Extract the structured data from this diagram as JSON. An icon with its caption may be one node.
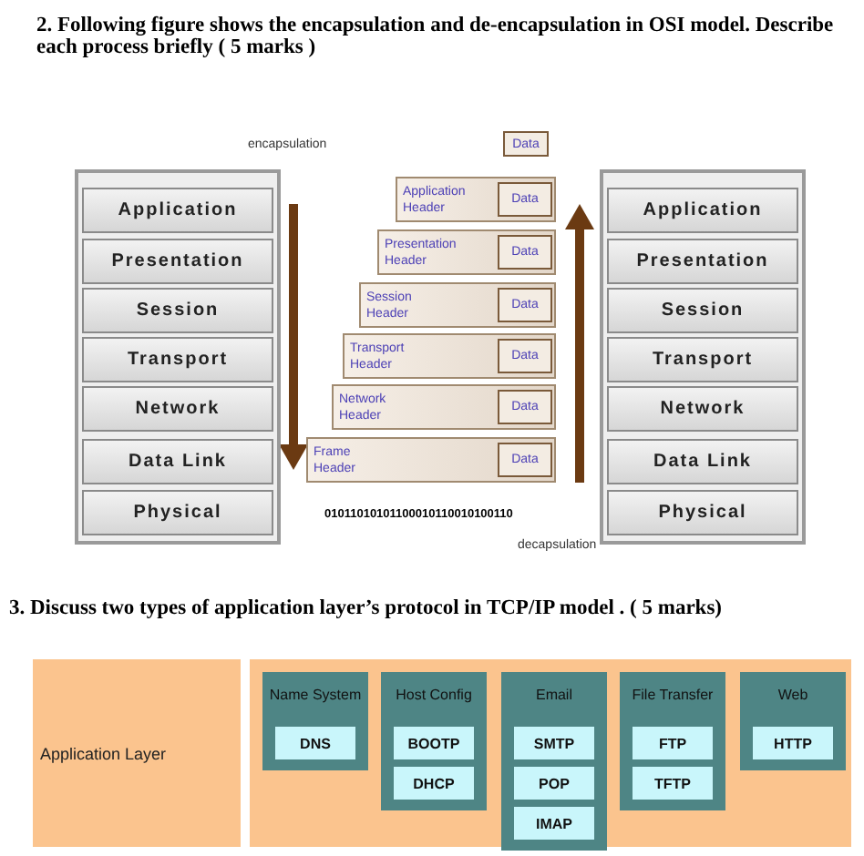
{
  "diagram": {
    "nodes": [
      {
        "text": [
          "Application"
        ]
      },
      {
        "text": [
          "Presentation"
        ]
      },
      {
        "text": [
          "Session"
        ]
      },
      {
        "text": [
          "Transport"
        ]
      },
      {
        "text": [
          "Network"
        ]
      },
      {
        "text": [
          "Data Link"
        ]
      },
      {
        "text": [
          "Physical"
        ]
      },
      {
        "text": [
          "Data"
        ]
      },
      {
        "text": [
          "Application Header"
        ]
      },
      {
        "text": [
          "Data"
        ],
        "in": 8
      },
      {
        "text": [
          "Presentation Header"
        ]
      },
      {
        "text": [
          "Data"
        ],
        "in": 10
      },
      {
        "text": [
          "Session Header"
        ]
      },
      {
        "text": [
          "Data"
        ],
        "in": 12
      },
      {
        "text": [
          "Transport Header"
        ]
      },
      {
        "text": [
          "Data"
        ],
        "in": 14
      },
      {
        "text": [
          "Network Header"
        ]
      },
      {
        "text": [
          "Data"
        ],
        "in": 16
      },
      {
        "text": [
          "Frame Header"
        ]
      },
      {
        "text": [
          "Data"
        ],
        "in": 18
      },
      {
        "text": [
          "Application"
        ]
      },
      {
        "text": [
          "Presentation"
        ]
      },
      {
        "text": [
          "Session"
        ]
      },
      {
        "text": [
          "Transport"
        ]
      },
      {
        "text": [
          "Network"
        ]
      },
      {
        "text": [
          "Data Link"
        ]
      },
      {
        "text": [
          "Physical"
        ]
      },
      {
        "text": [
          "Application Layer"
        ]
      },
      {
        "text": [],
        "shape": "box"
      },
      {
        "text": [
          "Name System"
        ],
        "in": 28
      },
      {
        "text": [
          "DNS"
        ],
        "in": 29
      },
      {
        "text": [
          "Host Config"
        ],
        "in": 28
      },
      {
        "text": [
          "BOOTP"
        ],
        "in": 31
      },
      {
        "text": [
          "DHCP"
        ],
        "in": 31
      },
      {
        "text": [
          "Email"
        ],
        "in": 28
      },
      {
        "text": [
          "SMTP"
        ],
        "in": 34
      },
      {
        "text": [
          "POP"
        ],
        "in": 34
      },
      {
        "text": [
          "IMAP"
        ],
        "in": 34
      },
      {
        "text": [
          "File Transfer"
        ],
        "in": 28
      },
      {
        "text": [
          "FTP"
        ],
        "in": 38
      },
      {
        "text": [
          "TFTP"
        ],
        "in": 38
      },
      {
        "text": [
          "Web"
        ],
        "in": 28
      },
      {
        "text": [
          "HTTP"
        ],
        "in": 41
      }
    ],
    "edges": [],
    "labels": [
      "2. Following figure shows the encapsulation and de-encapsulation in OSI model. Describe each process briefly ( 5 marks )",
      "encapsulation",
      "01011010101100010110010100110",
      "decapsulation",
      "3. Discuss two types of application layer’s protocol in TCP/IP model . ( 5 marks)"
    ]
  }
}
